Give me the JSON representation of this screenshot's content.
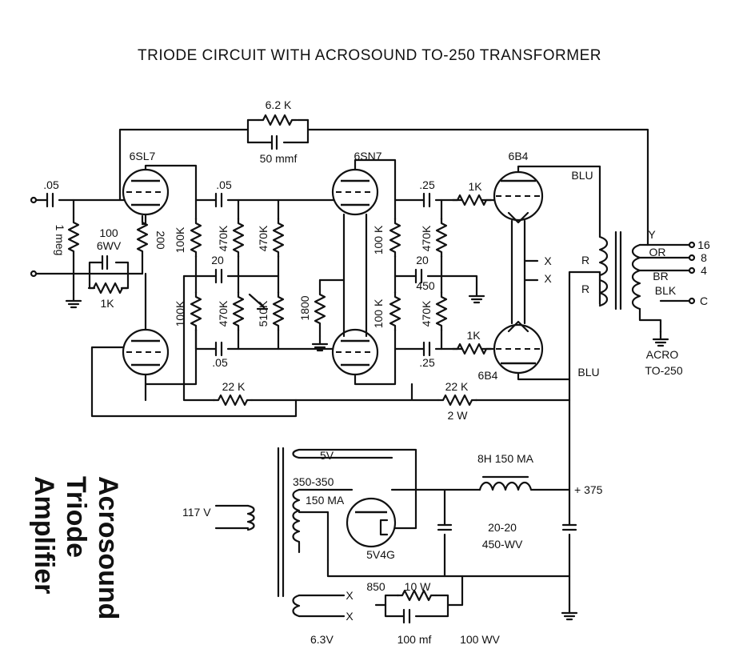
{
  "title": "TRIODE CIRCUIT WITH ACROSOUND TO-250 TRANSFORMER",
  "side_title": [
    "Acrosound",
    "Triode",
    "Amplifier"
  ],
  "tubes": {
    "v1": "6SL7",
    "v2": "6SN7",
    "v3_top": "6B4",
    "v3_bottom": "6B4",
    "rectifier": "5V4G"
  },
  "feedback": {
    "resistor": "6.2 K",
    "capacitor": "50 mmf"
  },
  "input_stage": {
    "coupling_cap": ".05",
    "grid_resistor": "1 meg",
    "bypass_cap": "100",
    "bypass_cap_rating": "6WV",
    "cathode_resistor": "1K",
    "cathode_resistor_2": "200"
  },
  "stage2": {
    "plate_load_top": "100K",
    "plate_load_bottom": "100K",
    "coupling_top": ".05",
    "coupling_bottom": ".05",
    "grid_top_1": "470K",
    "grid_top_2": "470K",
    "grid_bottom_1": "470K",
    "grid_bottom_2": "510K",
    "bypass": "20",
    "tail": "22 K"
  },
  "driver_stage": {
    "cathode": "1800",
    "plate_load_top": "100 K",
    "plate_load_bottom": "100 K",
    "coupling_top": ".25",
    "coupling_bottom": ".25",
    "grid_top": "470K",
    "grid_bottom": "470K",
    "bypass": "20",
    "bypass_rating": "450",
    "stopper_top": "1K",
    "stopper_bottom": "1K",
    "dropping": "22 K",
    "dropping_rating": "2 W"
  },
  "output_stage": {
    "heater_mark_1": "X",
    "heater_mark_2": "X",
    "blu_top": "BLU",
    "blu_bottom": "BLU",
    "r_top": "R",
    "r_bottom": "R"
  },
  "output_transformer": {
    "y": "Y",
    "or": "OR",
    "br": "BR",
    "blk": "BLK",
    "tap16": "16",
    "tap8": "8",
    "tap4": "4",
    "tap_c": "C",
    "name_1": "ACRO",
    "name_2": "TO-250"
  },
  "power_supply": {
    "mains": "117 V",
    "rect_winding": "5V",
    "hv_winding": "350-350",
    "hv_current": "150 MA",
    "choke": "8H 150 MA",
    "caps": "20-20",
    "cap_rating": "450-WV",
    "b_plus": "+ 375",
    "heater_winding": "6.3V",
    "hum_resistor": "850",
    "hum_resistor_rating": "10 W",
    "hum_cap": "100 mf",
    "hum_cap_rating": "100 WV",
    "heater_x1": "X",
    "heater_x2": "X"
  }
}
